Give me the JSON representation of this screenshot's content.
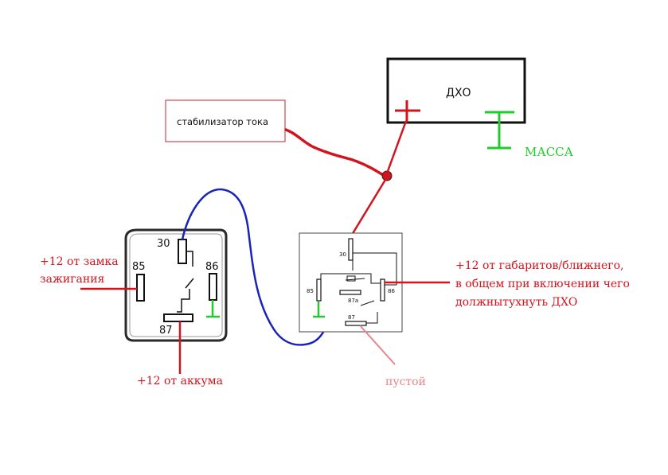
{
  "drl": {
    "label": "ДХО"
  },
  "stabilizer": {
    "label": "стабилизатор тока"
  },
  "ground": {
    "label": "МАССА"
  },
  "left_relay": {
    "pins": [
      "30",
      "85",
      "86",
      "87"
    ]
  },
  "right_relay": {
    "pins": [
      "30",
      "85",
      "86",
      "87а",
      "87"
    ]
  },
  "labels": {
    "ignition_line1": "+12 от замка",
    "ignition_line2": "зажигания",
    "battery": "+12 от аккума",
    "empty": "пустой",
    "parking_line1": "+12 от габаритов/ближнего,",
    "parking_line2": "в общем при включении чего",
    "parking_line3": "должнытухнуть ДХО"
  },
  "colors": {
    "red": "#d2141e",
    "green": "#1fcc2a",
    "blue": "#1a23b8",
    "pink": "#e8848a",
    "black": "#111111"
  }
}
